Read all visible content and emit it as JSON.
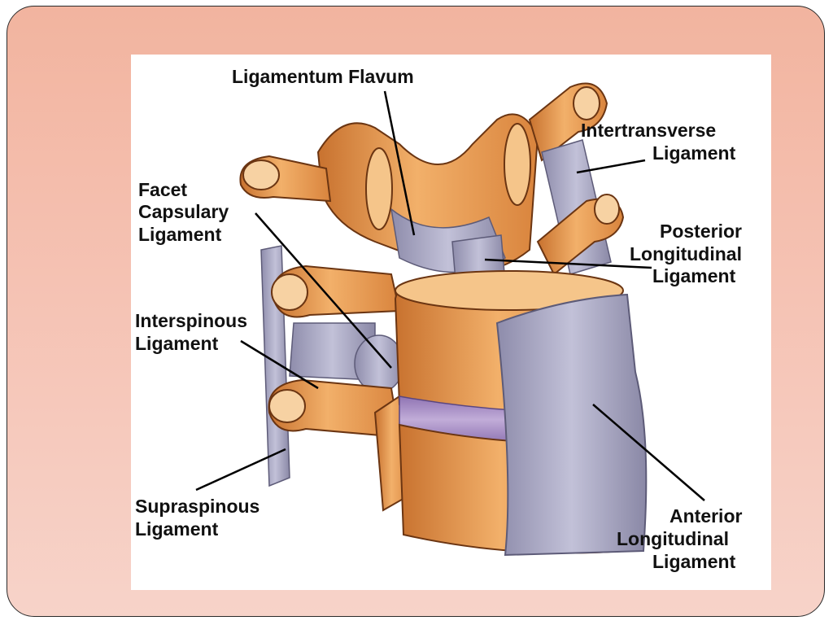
{
  "labels": {
    "ligamentum_flavum": "Ligamentum Flavum",
    "intertransverse_1": "Intertransverse",
    "intertransverse_2": "Ligament",
    "facet_1": "Facet",
    "facet_2": "Capsulary",
    "facet_3": "Ligament",
    "posterior_1": "Posterior",
    "posterior_2": "Longitudinal",
    "posterior_3": "Ligament",
    "interspinous_1": "Interspinous",
    "interspinous_2": "Ligament",
    "supraspinous_1": "Supraspinous",
    "supraspinous_2": "Ligament",
    "anterior_1": "Anterior",
    "anterior_2": "Longitudinal",
    "anterior_3": "Ligament"
  },
  "colors": {
    "bone": "#e89a55",
    "bone_light": "#f5c58a",
    "bone_dark": "#b8642a",
    "ligament": "#a9a7c4",
    "ligament_dark": "#7f7d9e",
    "disc": "#a78fc4"
  }
}
